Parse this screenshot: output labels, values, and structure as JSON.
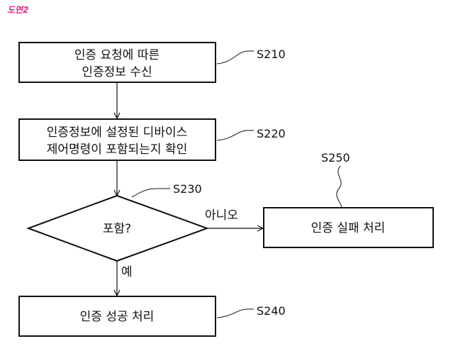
{
  "figure_label": "도면2",
  "steps": {
    "s210": {
      "id": "S210",
      "line1": "인증 요청에 따른",
      "line2": "인증정보 수신"
    },
    "s220": {
      "id": "S220",
      "line1": "인증정보에 설정된 디바이스",
      "line2": "제어명령이 포함되는지 확인"
    },
    "s230": {
      "id": "S230",
      "question": "포함?"
    },
    "s240": {
      "id": "S240",
      "text": "인증 성공 처리"
    },
    "s250": {
      "id": "S250",
      "text": "인증 실패 처리"
    }
  },
  "branches": {
    "yes": "예",
    "no": "아니오"
  },
  "colors": {
    "label": "#e8258a",
    "stroke": "#111111"
  }
}
